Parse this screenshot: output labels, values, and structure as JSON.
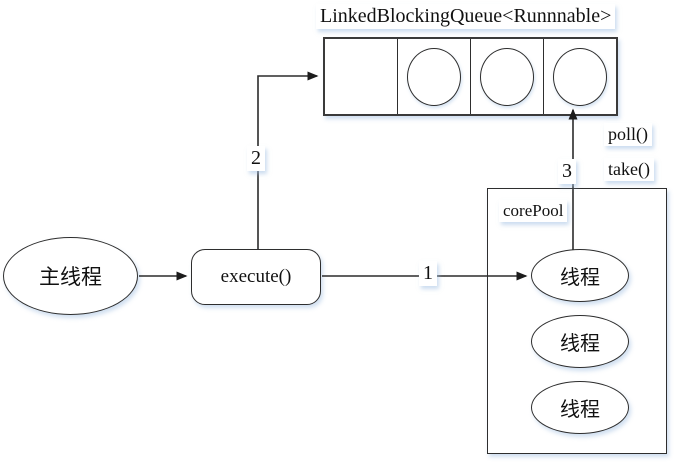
{
  "diagram": {
    "queue": {
      "title": "LinkedBlockingQueue<Runnnable>",
      "cells": 4,
      "filled_cells": 3
    },
    "main_thread": {
      "label": "主线程"
    },
    "execute": {
      "label": "execute()"
    },
    "core_pool": {
      "label": "corePool",
      "threads": [
        {
          "label": "线程"
        },
        {
          "label": "线程"
        },
        {
          "label": "线程"
        }
      ]
    },
    "edges": {
      "step1": "1",
      "step2": "2",
      "step3": "3",
      "poll": "poll()",
      "take": "take()"
    },
    "colors": {
      "line": "#2b2b2b",
      "shadow": "#b9cfe4",
      "background": "#ffffff"
    }
  }
}
